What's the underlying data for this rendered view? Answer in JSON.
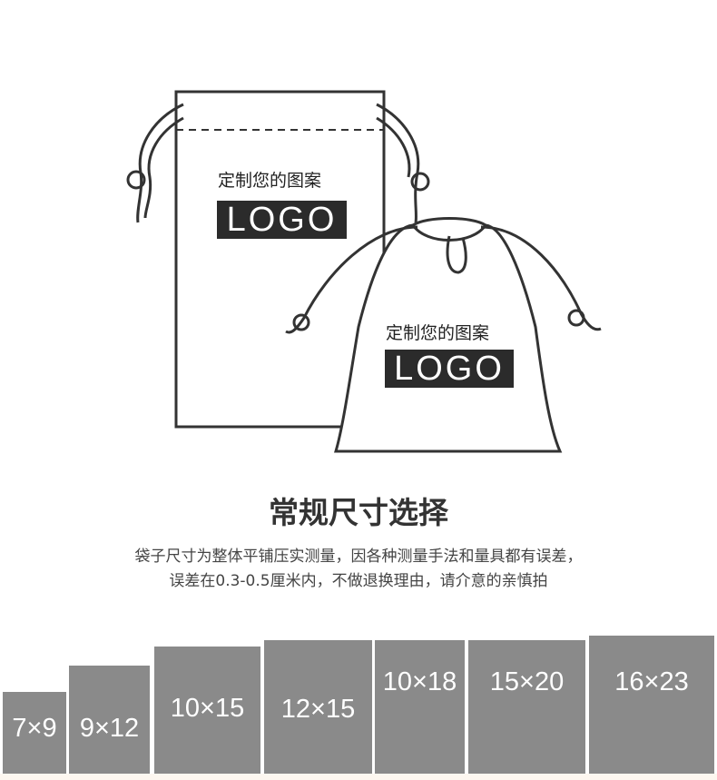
{
  "illustration": {
    "caption": "定制您的图案",
    "logo_text": "LOGO"
  },
  "title": "常规尺寸选择",
  "description": [
    "袋子尺寸为整体平铺压实测量，因各种测量手法和量具都有误差，",
    "误差在0.3-0.5厘米内，不做退换理由，请介意的亲慎拍"
  ],
  "sizes": [
    "7×9",
    "9×12",
    "10×15",
    "12×15",
    "10×18",
    "15×20",
    "16×23"
  ],
  "colors": {
    "box": "#8a8a8a",
    "text": "#333333"
  }
}
